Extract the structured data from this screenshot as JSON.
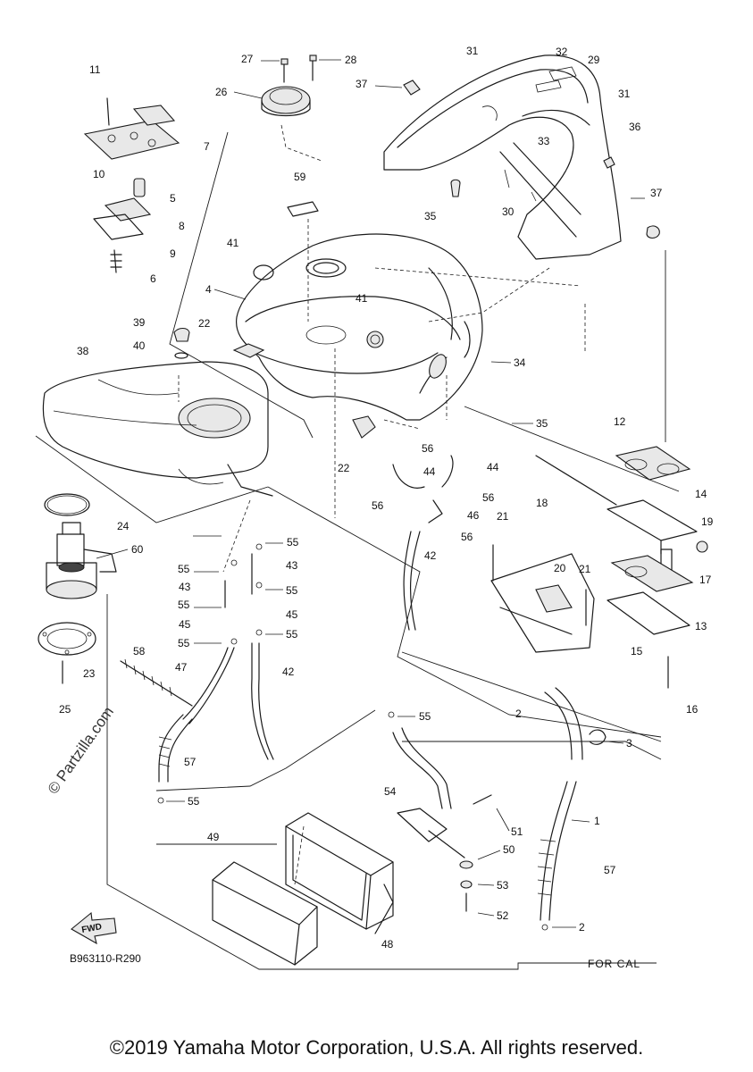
{
  "diagram": {
    "callouts": [
      "1",
      "2",
      "3",
      "4",
      "5",
      "6",
      "7",
      "8",
      "9",
      "10",
      "11",
      "12",
      "13",
      "14",
      "15",
      "16",
      "17",
      "18",
      "19",
      "20",
      "21",
      "22",
      "23",
      "24",
      "25",
      "26",
      "27",
      "28",
      "29",
      "30",
      "31",
      "32",
      "33",
      "34",
      "35",
      "36",
      "37",
      "38",
      "39",
      "40",
      "41",
      "42",
      "43",
      "44",
      "45",
      "46",
      "47",
      "48",
      "49",
      "50",
      "51",
      "52",
      "53",
      "54",
      "55",
      "56",
      "57",
      "58",
      "59",
      "60"
    ],
    "watermark": "© Partzilla.com",
    "diagram_code": "B963110-R290",
    "fwd_label": "FWD",
    "region_note": "FOR CAL"
  },
  "footer": {
    "copyright": "©2019 Yamaha Motor Corporation, U.S.A. All rights reserved."
  }
}
